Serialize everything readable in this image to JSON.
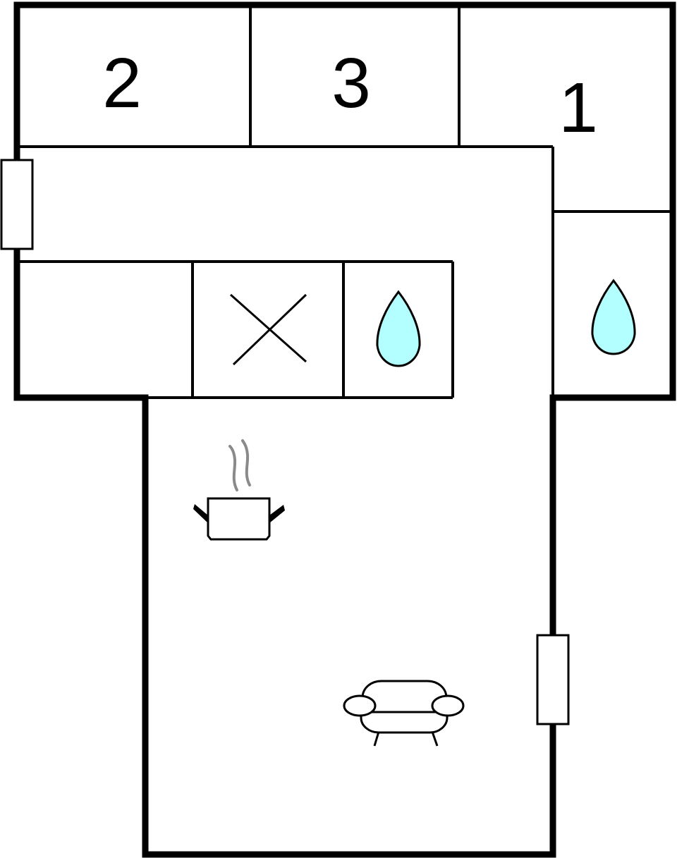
{
  "floorplan": {
    "rooms": [
      {
        "label": "2",
        "kind": "bedroom"
      },
      {
        "label": "3",
        "kind": "bedroom"
      },
      {
        "label": "1",
        "kind": "bedroom"
      }
    ],
    "symbols": {
      "bathroom_icon": "water-drop-icon",
      "toilet_icon": "cross-icon",
      "kitchen_icon": "cooking-pot-icon",
      "living_icon": "sofa-icon",
      "door_icon": "door-icon"
    },
    "colors": {
      "wall": "#000000",
      "background": "#ffffff",
      "water": "#b3ffff",
      "steam": "#8a8a8a"
    }
  }
}
